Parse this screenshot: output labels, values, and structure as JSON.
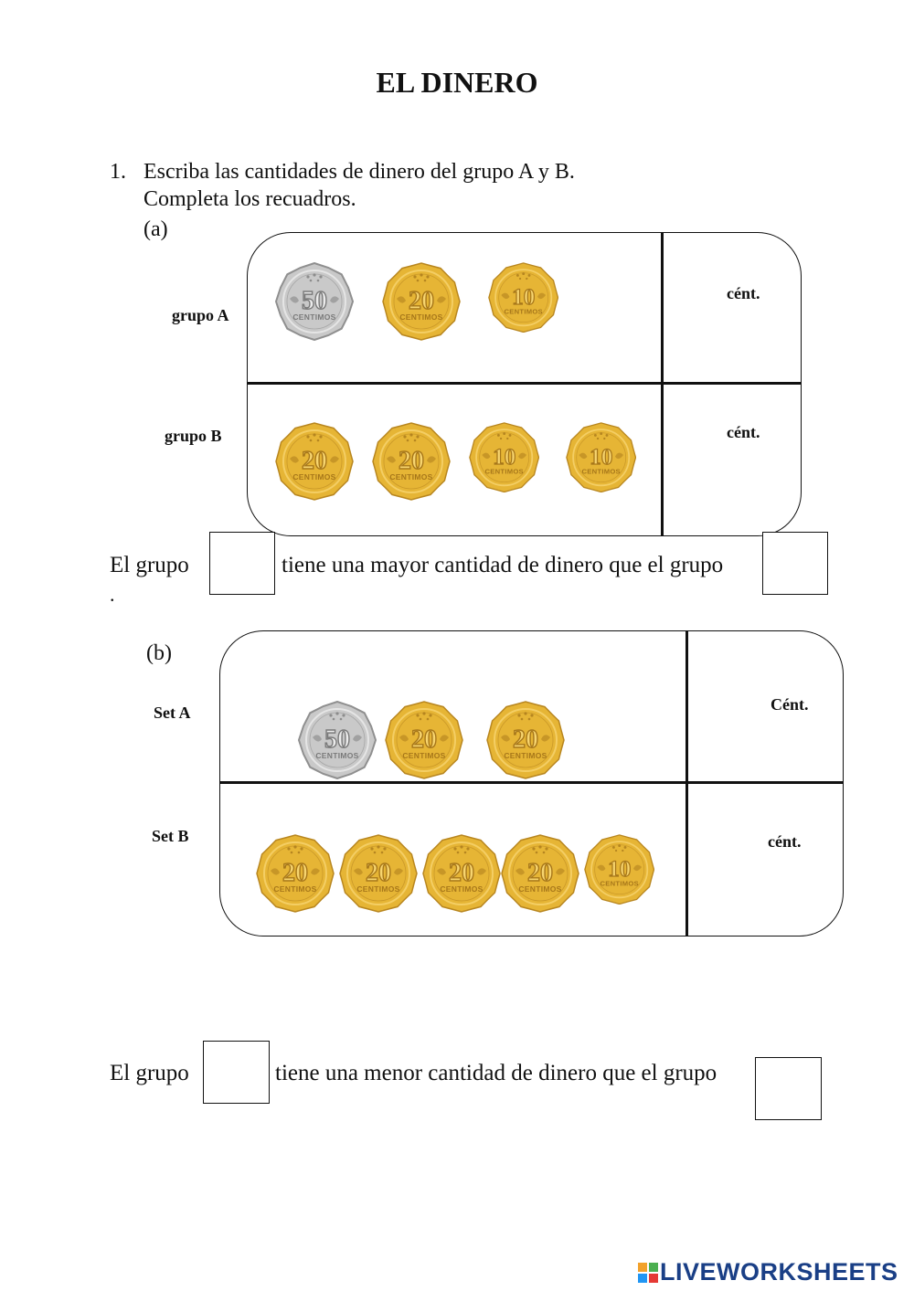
{
  "title": "EL DINERO",
  "question": {
    "number": "1.",
    "line1": "Escriba las cantidades de dinero del grupo A y B.",
    "line2": "Completa los recuadros."
  },
  "part_a": {
    "label": "(a)",
    "rows": [
      {
        "label": "grupo A",
        "unit": "cént.",
        "coins": [
          "50",
          "20",
          "10"
        ]
      },
      {
        "label": "grupo B",
        "unit": "cént.",
        "coins": [
          "20",
          "20",
          "10",
          "10"
        ]
      }
    ],
    "sentence_start": "El grupo",
    "sentence_middle": "tiene una mayor cantidad de dinero que el grupo",
    "sentence_end": "."
  },
  "part_b": {
    "label": "(b)",
    "rows": [
      {
        "label": "Set A",
        "unit": "Cént.",
        "coins": [
          "50",
          "20",
          "20"
        ]
      },
      {
        "label": "Set B",
        "unit": "cént.",
        "coins": [
          "20",
          "20",
          "20",
          "20",
          "10"
        ]
      }
    ],
    "sentence_start": "El grupo",
    "sentence_middle": "tiene una menor cantidad de dinero que el grupo"
  },
  "coin_text": "CENTIMOS",
  "colors": {
    "gold": "#e6b535",
    "silver": "#c9c9c9",
    "logo": "#1a3f86"
  },
  "footer": {
    "logo_text": "LIVEWORKSHEETS"
  }
}
